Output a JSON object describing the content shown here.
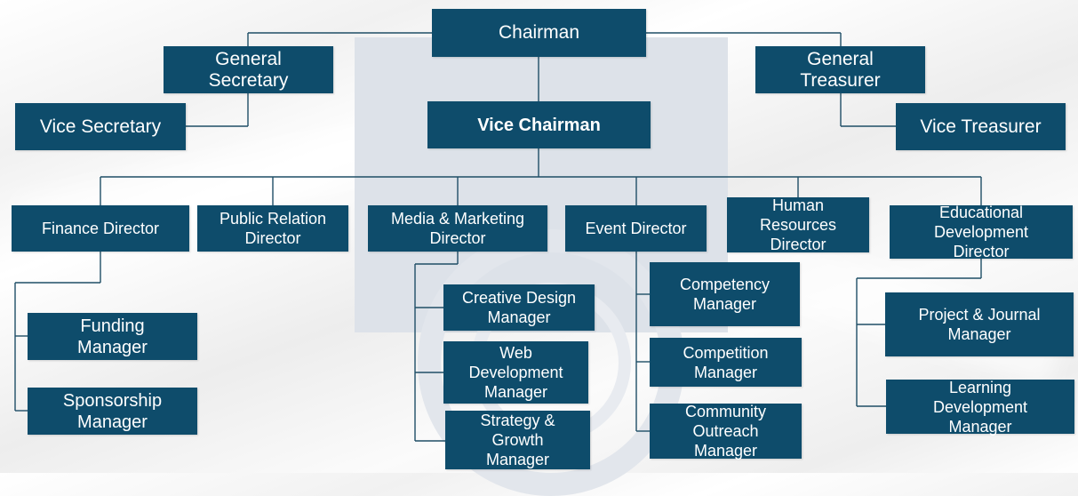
{
  "org_chart": {
    "chairman": "Chairman",
    "general_secretary": "General\nSecretary",
    "vice_secretary": "Vice Secretary",
    "general_treasurer": "General\nTreasurer",
    "vice_treasurer": "Vice Treasurer",
    "vice_chairman": "Vice Chairman",
    "directors": {
      "finance": "Finance Director",
      "public_relation": "Public Relation\nDirector",
      "media_marketing": "Media & Marketing\nDirector",
      "event": "Event Director",
      "human_resources": "Human\nResources\nDirector",
      "educational_development": "Educational\nDevelopment\nDirector"
    },
    "managers": {
      "funding": "Funding\nManager",
      "sponsorship": "Sponsorship\nManager",
      "creative_design": "Creative Design\nManager",
      "web_development": "Web\nDevelopment\nManager",
      "strategy_growth": "Strategy &\nGrowth\nManager",
      "competency": "Competency\nManager",
      "competition": "Competition\nManager",
      "community_outreach": "Community\nOutreach\nManager",
      "project_journal": "Project & Journal\nManager",
      "learning_development": "Learning\nDevelopment\nManager"
    }
  },
  "colors": {
    "box_fill": "#0e4c6b",
    "box_text": "#ffffff",
    "connector": "#1f4e66",
    "background": "#f4f4f4",
    "watermark": "#dde2e9"
  }
}
